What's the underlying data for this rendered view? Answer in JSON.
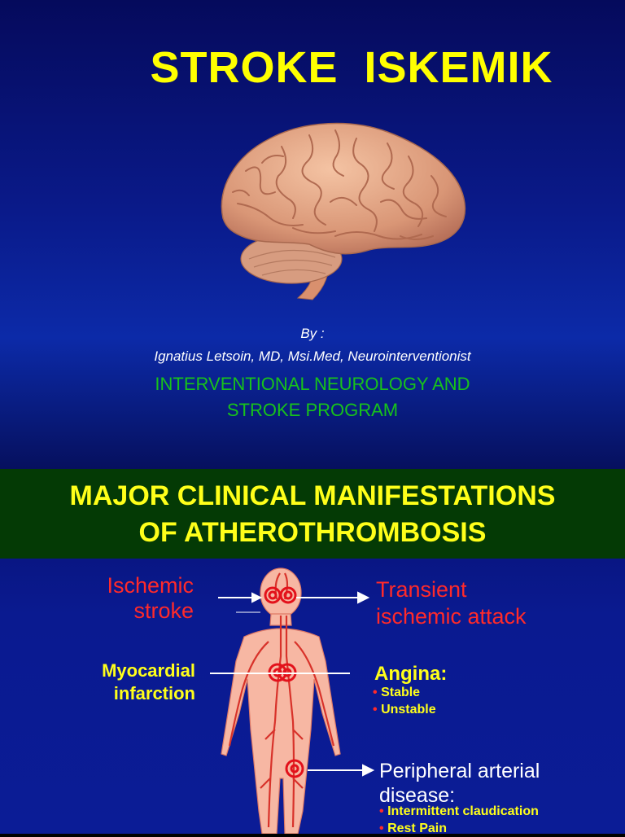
{
  "slide1": {
    "title": "STROKE  ISKEMIK",
    "by": "By :",
    "author": "Ignatius Letsoin, MD, Msi.Med, Neurointerventionist",
    "program_line1": "INTERVENTIONAL NEUROLOGY AND",
    "program_line2": "STROKE PROGRAM",
    "colors": {
      "title": "#ffff00",
      "program": "#17c21b",
      "background": "#0a1a8a"
    }
  },
  "slide2": {
    "banner_line1": "MAJOR CLINICAL MANIFESTATIONS",
    "banner_line2": "OF ATHEROTHROMBOSIS",
    "ischemic_line1": "Ischemic",
    "ischemic_line2": "stroke",
    "tia_line1": "Transient",
    "tia_line2": "ischemic attack",
    "mi_line1": "Myocardial",
    "mi_line2": "infarction",
    "angina_title": "Angina:",
    "bullet": "•",
    "angina_items": [
      "Stable",
      "Unstable"
    ],
    "pad_line1": "Peripheral arterial",
    "pad_line2": "disease:",
    "pad_items": [
      "Intermittent claudication",
      "Rest Pain"
    ],
    "colors": {
      "banner_bg": "#043a05",
      "banner_text": "#ffff1a",
      "red_label": "#ff2a2a"
    }
  }
}
